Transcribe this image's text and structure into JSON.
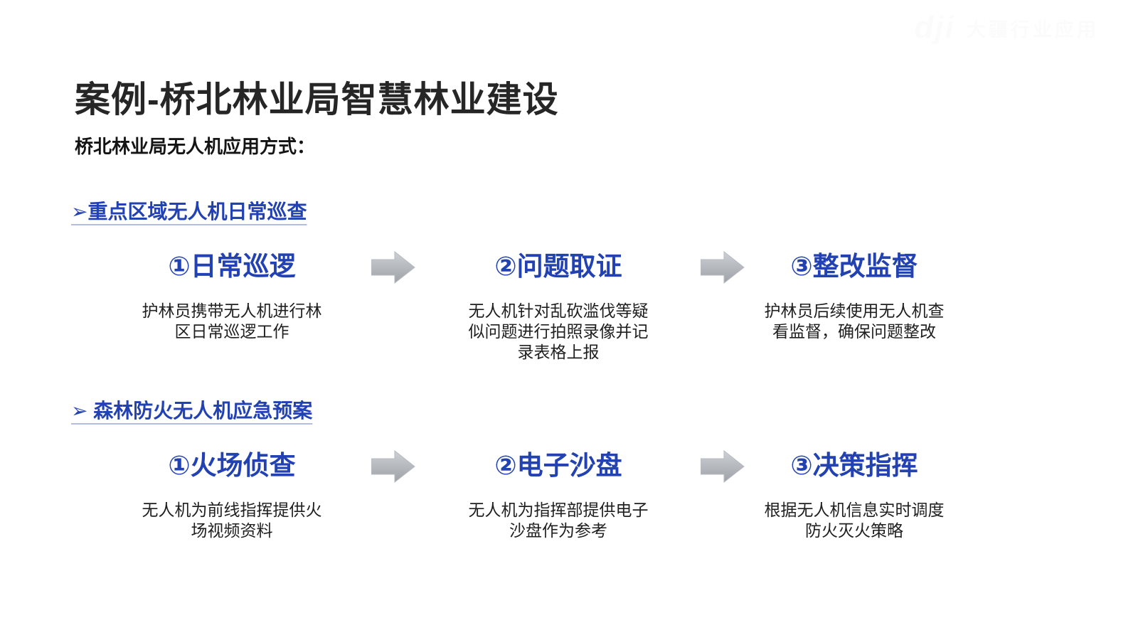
{
  "watermark": {
    "brand": "dji",
    "label": "大疆行业应用"
  },
  "slide": {
    "title": "案例-桥北林业局智慧林业建设",
    "subtitle": "桥北林业局无人机应用方式：",
    "colors": {
      "accent_blue": "#2241b2",
      "text_dark": "#262626",
      "arrow_gray_light": "#cdd0d4",
      "arrow_gray_dark": "#9ea2a7"
    },
    "sections": [
      {
        "bullet": "➢",
        "heading": "重点区域无人机日常巡查",
        "steps": [
          {
            "title": "①日常巡逻",
            "desc": "护林员携带无人机进行林\n区日常巡逻工作"
          },
          {
            "title": "②问题取证",
            "desc": "无人机针对乱砍滥伐等疑\n似问题进行拍照录像并记\n录表格上报"
          },
          {
            "title": "③整改监督",
            "desc": "护林员后续使用无人机查\n看监督，确保问题整改"
          }
        ]
      },
      {
        "bullet": "➢",
        "heading": " 森林防火无人机应急预案",
        "steps": [
          {
            "title": "①火场侦查",
            "desc": "无人机为前线指挥提供火\n场视频资料"
          },
          {
            "title": "②电子沙盘",
            "desc": "无人机为指挥部提供电子\n沙盘作为参考"
          },
          {
            "title": "③决策指挥",
            "desc": "根据无人机信息实时调度\n防火灭火策略"
          }
        ]
      }
    ]
  }
}
